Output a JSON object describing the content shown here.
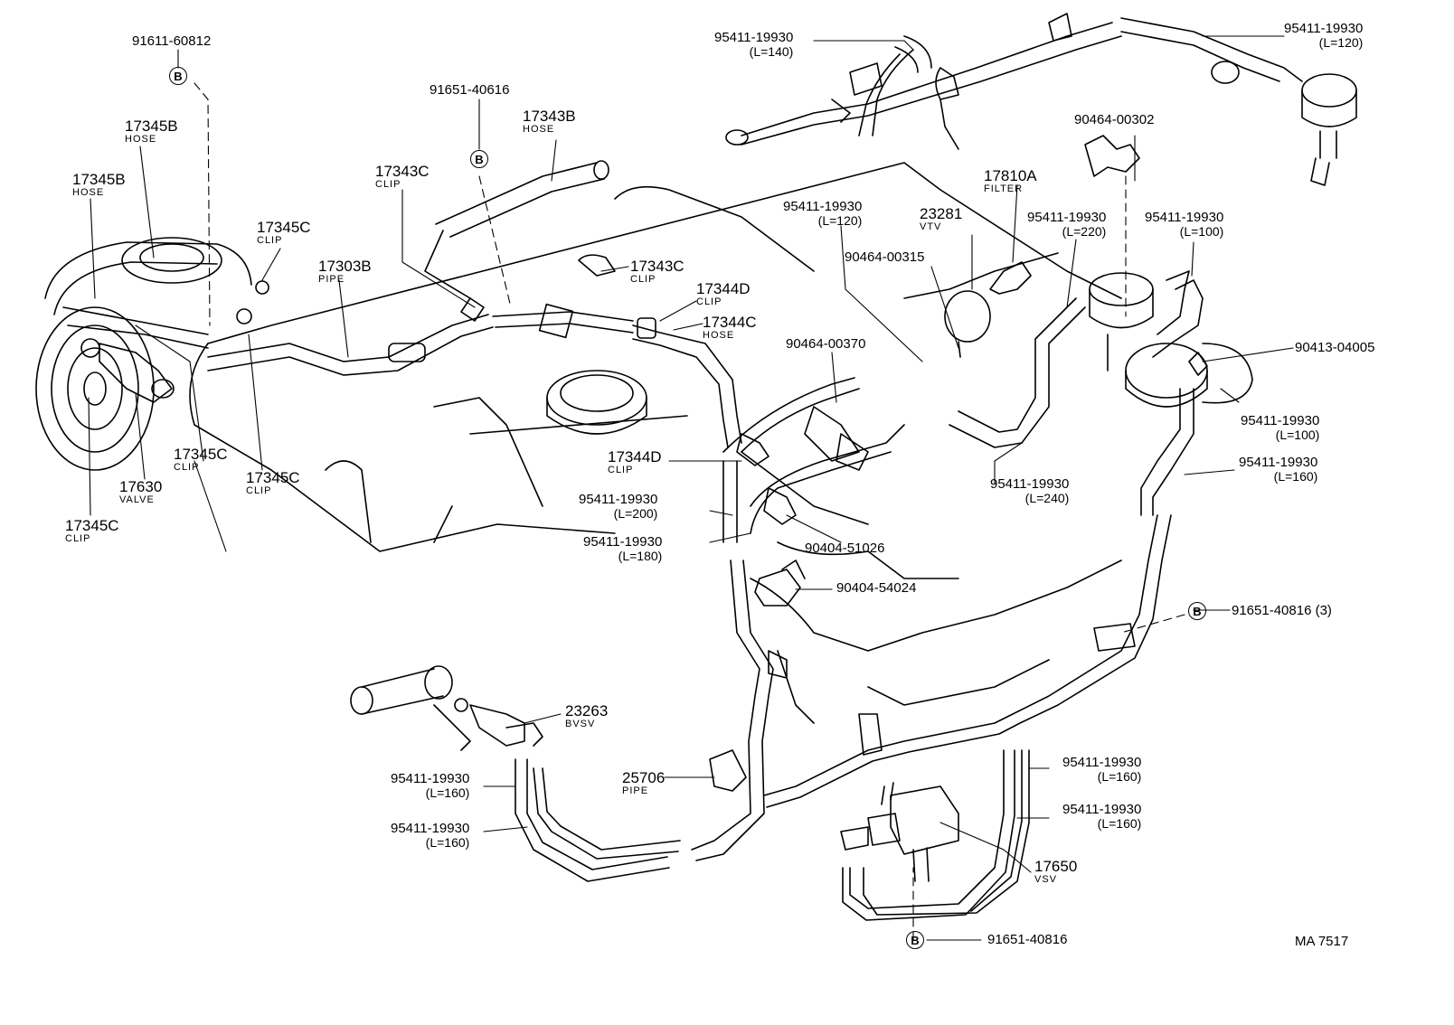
{
  "diagram_id": "MA  7517",
  "callouts": [
    {
      "id": "c01",
      "part": "91611-60812",
      "caption": "",
      "len": ""
    },
    {
      "id": "c02",
      "part": "17345B",
      "caption": "HOSE",
      "len": ""
    },
    {
      "id": "c03",
      "part": "17345B",
      "caption": "HOSE",
      "len": ""
    },
    {
      "id": "c04",
      "part": "17345C",
      "caption": "CLIP",
      "len": ""
    },
    {
      "id": "c05",
      "part": "17303B",
      "caption": "PIPE",
      "len": ""
    },
    {
      "id": "c06",
      "part": "17345C",
      "caption": "CLIP",
      "len": ""
    },
    {
      "id": "c07",
      "part": "17345C",
      "caption": "CLIP",
      "len": ""
    },
    {
      "id": "c08",
      "part": "17630",
      "caption": "VALVE",
      "len": ""
    },
    {
      "id": "c09",
      "part": "17345C",
      "caption": "CLIP",
      "len": ""
    },
    {
      "id": "c10",
      "part": "91651-40616",
      "caption": "",
      "len": ""
    },
    {
      "id": "c11",
      "part": "17343B",
      "caption": "HOSE",
      "len": ""
    },
    {
      "id": "c12",
      "part": "17343C",
      "caption": "CLIP",
      "len": ""
    },
    {
      "id": "c13",
      "part": "17343C",
      "caption": "CLIP",
      "len": ""
    },
    {
      "id": "c14",
      "part": "17344D",
      "caption": "CLIP",
      "len": ""
    },
    {
      "id": "c15",
      "part": "17344C",
      "caption": "HOSE",
      "len": ""
    },
    {
      "id": "c16",
      "part": "17344D",
      "caption": "CLIP",
      "len": ""
    },
    {
      "id": "c17",
      "part": "95411-19930",
      "caption": "",
      "len": "(L=140)"
    },
    {
      "id": "c18",
      "part": "95411-19930",
      "caption": "",
      "len": "(L=120)"
    },
    {
      "id": "c19",
      "part": "90464-00302",
      "caption": "",
      "len": ""
    },
    {
      "id": "c20",
      "part": "17810A",
      "caption": "FILTER",
      "len": ""
    },
    {
      "id": "c21",
      "part": "23281",
      "caption": "VTV",
      "len": ""
    },
    {
      "id": "c22",
      "part": "95411-19930",
      "caption": "",
      "len": "(L=120)"
    },
    {
      "id": "c23",
      "part": "95411-19930",
      "caption": "",
      "len": "(L=220)"
    },
    {
      "id": "c24",
      "part": "95411-19930",
      "caption": "",
      "len": "(L=100)"
    },
    {
      "id": "c25",
      "part": "90464-00315",
      "caption": "",
      "len": ""
    },
    {
      "id": "c26",
      "part": "90464-00370",
      "caption": "",
      "len": ""
    },
    {
      "id": "c27",
      "part": "90413-04005",
      "caption": "",
      "len": ""
    },
    {
      "id": "c28",
      "part": "95411-19930",
      "caption": "",
      "len": "(L=100)"
    },
    {
      "id": "c29",
      "part": "95411-19930",
      "caption": "",
      "len": "(L=160)"
    },
    {
      "id": "c30",
      "part": "95411-19930",
      "caption": "",
      "len": "(L=240)"
    },
    {
      "id": "c31",
      "part": "95411-19930",
      "caption": "",
      "len": "(L=200)"
    },
    {
      "id": "c32",
      "part": "95411-19930",
      "caption": "",
      "len": "(L=180)"
    },
    {
      "id": "c33",
      "part": "90404-51026",
      "caption": "",
      "len": ""
    },
    {
      "id": "c34",
      "part": "90404-54024",
      "caption": "",
      "len": ""
    },
    {
      "id": "c35",
      "part": "91651-40816 (3)",
      "caption": "",
      "len": ""
    },
    {
      "id": "c36",
      "part": "23263",
      "caption": "BVSV",
      "len": ""
    },
    {
      "id": "c37",
      "part": "95411-19930",
      "caption": "",
      "len": "(L=160)"
    },
    {
      "id": "c38",
      "part": "95411-19930",
      "caption": "",
      "len": "(L=160)"
    },
    {
      "id": "c39",
      "part": "25706",
      "caption": "PIPE",
      "len": ""
    },
    {
      "id": "c40",
      "part": "95411-19930",
      "caption": "",
      "len": "(L=160)"
    },
    {
      "id": "c41",
      "part": "95411-19930",
      "caption": "",
      "len": "(L=160)"
    },
    {
      "id": "c42",
      "part": "17650",
      "caption": "VSV",
      "len": ""
    },
    {
      "id": "c43",
      "part": "91651-40816",
      "caption": "",
      "len": ""
    }
  ],
  "bolt_marker": "B"
}
